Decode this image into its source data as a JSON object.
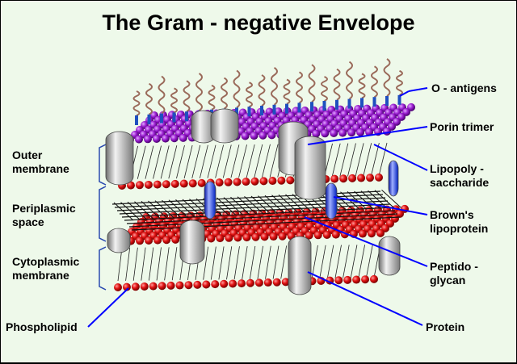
{
  "title": "The Gram - negative Envelope",
  "left_labels": {
    "outer_membrane": [
      "Outer",
      "membrane"
    ],
    "periplasmic_space": [
      "Periplasmic",
      "space"
    ],
    "cytoplasmic_membrane": [
      "Cytoplasmic",
      "membrane"
    ],
    "phospholipid": "Phospholipid"
  },
  "right_labels": {
    "o_antigens": "O - antigens",
    "porin_trimer": "Porin trimer",
    "lipopolysaccharide": [
      "Lipopoly -",
      "saccharide"
    ],
    "browns_lipoprotein": [
      "Brown's",
      "lipoprotein"
    ],
    "peptidoglycan": [
      "Peptido -",
      "glycan"
    ],
    "protein": "Protein"
  },
  "colors": {
    "background": "#eef9ea",
    "lps_heads": "#9b1fd1",
    "phospholipid_heads": "#e01212",
    "o_antigen_chains": "#9a6a5a",
    "proteins": "#b8b8b8",
    "lipoprotein": "#1a3cff",
    "leader_lines": "#0000ff"
  }
}
